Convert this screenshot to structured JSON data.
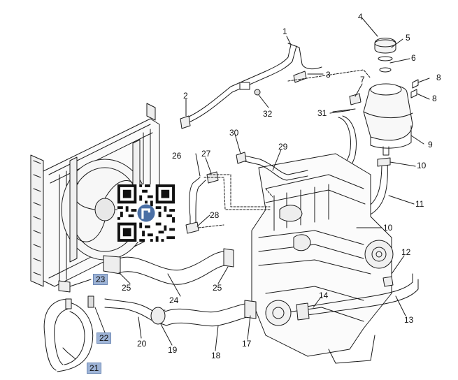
{
  "callouts": {
    "c1": "1",
    "c2": "2",
    "c3": "3",
    "c4": "4",
    "c5": "5",
    "c6": "6",
    "c7": "7",
    "c8a": "8",
    "c8b": "8",
    "c9": "9",
    "c10a": "10",
    "c10b": "10",
    "c11": "11",
    "c12": "12",
    "c13": "13",
    "c14": "14",
    "c17": "17",
    "c18": "18",
    "c19": "19",
    "c20": "20",
    "c21": "21",
    "c22": "22",
    "c23": "23",
    "c24": "24",
    "c25a": "25",
    "c25b": "25",
    "c26": "26",
    "c27": "27",
    "c28": "28",
    "c29": "29",
    "c30": "30",
    "c31": "31",
    "c32": "32"
  },
  "colors": {
    "line": "#1a1a1a",
    "highlight_box": "#9db3d6",
    "qr_badge": "#4a6fa5"
  },
  "icons": {
    "qr_code": "qr-code-icon"
  }
}
